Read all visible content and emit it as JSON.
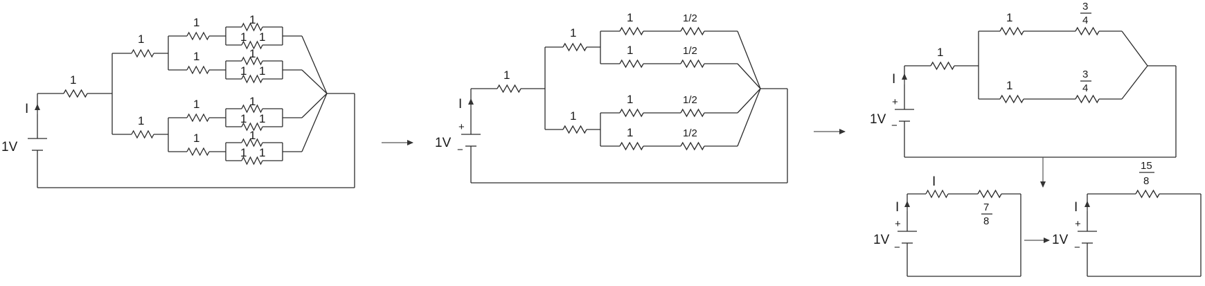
{
  "diagram": {
    "title": "",
    "labels": {
      "one": "1",
      "half": "1/2",
      "source": "1V",
      "current": "I",
      "plus": "+",
      "minus": "−",
      "three": "3",
      "four": "4",
      "seven": "7",
      "eight": "8",
      "fifteen": "15"
    },
    "stages": [
      {
        "id": "stage-1",
        "description_values": [
          "1",
          "1",
          "1",
          "1",
          "1",
          "1",
          "1"
        ]
      },
      {
        "id": "stage-2",
        "description_values": [
          "1",
          "1/2"
        ]
      },
      {
        "id": "stage-3",
        "description_values": [
          "1",
          "3/4"
        ]
      },
      {
        "id": "stage-4",
        "description_values": [
          "7/8"
        ]
      },
      {
        "id": "stage-5",
        "description_values": [
          "15/8"
        ]
      }
    ]
  }
}
